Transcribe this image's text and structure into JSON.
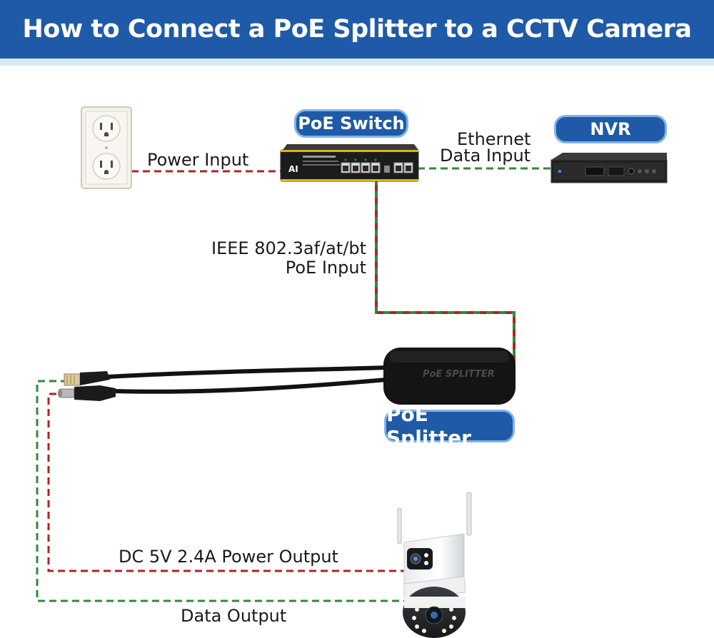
{
  "title": "How to Connect a PoE Splitter to a CCTV Camera",
  "badges": {
    "poe_switch": "PoE Switch",
    "nvr": "NVR",
    "poe_splitter": "PoE Splitter"
  },
  "labels": {
    "power_input": "Power Input",
    "ethernet_line1": "Ethernet",
    "ethernet_line2": "Data Input",
    "ieee_line1": "IEEE 802.3af/at/bt",
    "ieee_line2": "PoE Input",
    "dc_output": "DC 5V 2.4A Power Output",
    "data_output": "Data Output"
  },
  "device_text": {
    "switch_brand": "AI",
    "splitter_print": "PoE SPLITTER"
  },
  "colors": {
    "banner": "#1f5aa8",
    "badge_border": "#7fb4ea",
    "power_line": "#b22222",
    "data_line": "#2e8b3a"
  }
}
